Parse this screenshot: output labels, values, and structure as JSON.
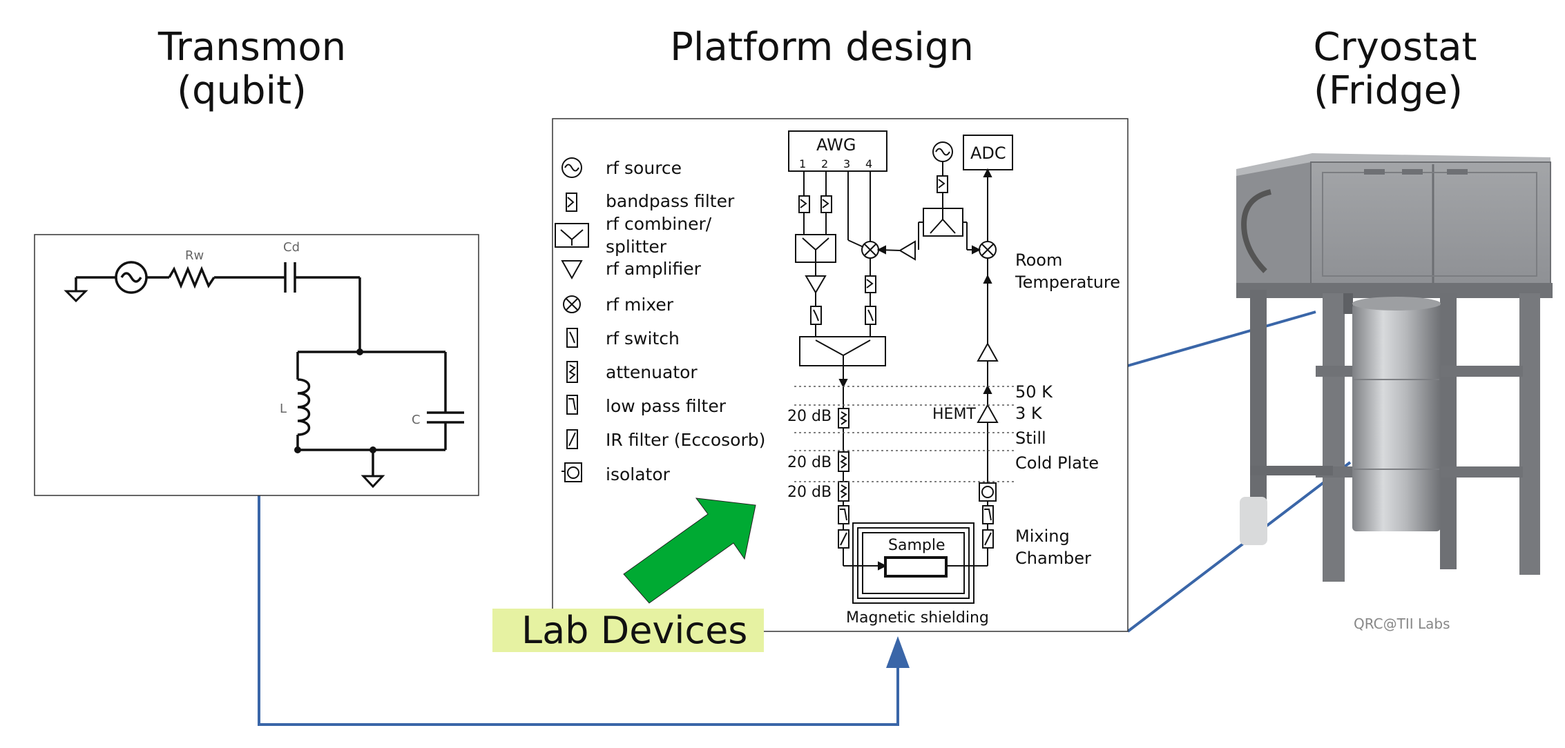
{
  "titles": {
    "transmon_line1": "Transmon",
    "transmon_line2": "(qubit)",
    "platform": "Platform design",
    "cryostat_line1": "Cryostat",
    "cryostat_line2": "(Fridge)"
  },
  "circuit": {
    "rw": "Rw",
    "cd": "Cd",
    "l": "L",
    "c": "C"
  },
  "legend": [
    {
      "icon": "sine-source-icon",
      "label": "rf source"
    },
    {
      "icon": "bandpass-filter-icon",
      "label": "bandpass filter"
    },
    {
      "icon": "combiner-icon",
      "label": "rf combiner/"
    },
    {
      "icon": "none",
      "label": "splitter"
    },
    {
      "icon": "amplifier-icon",
      "label": "rf amplifier"
    },
    {
      "icon": "mixer-icon",
      "label": "rf mixer"
    },
    {
      "icon": "switch-icon",
      "label": "rf switch"
    },
    {
      "icon": "attenuator-icon",
      "label": "attenuator"
    },
    {
      "icon": "lowpass-filter-icon",
      "label": "low pass filter"
    },
    {
      "icon": "ir-filter-icon",
      "label": "IR filter (Eccosorb)"
    },
    {
      "icon": "isolator-icon",
      "label": "isolator"
    }
  ],
  "platform": {
    "awg": "AWG",
    "awg_ports": [
      "1",
      "2",
      "3",
      "4"
    ],
    "adc": "ADC",
    "room_temp_1": "Room",
    "room_temp_2": "Temperature",
    "stage_50k": "50 K",
    "stage_3k": "3 K",
    "stage_still": "Still",
    "stage_cold": "Cold Plate",
    "mixing_1": "Mixing",
    "mixing_2": "Chamber",
    "hemt": "HEMT",
    "att_1": "20 dB",
    "att_2": "20 dB",
    "att_3": "20 dB",
    "sample": "Sample",
    "shielding": "Magnetic shielding"
  },
  "lab_devices": "Lab Devices",
  "watermark": "QRC@TII Labs",
  "colors": {
    "connector": "#3a66a8",
    "arrow_green": "#00aa33",
    "label_bg": "#e6f2a2"
  }
}
